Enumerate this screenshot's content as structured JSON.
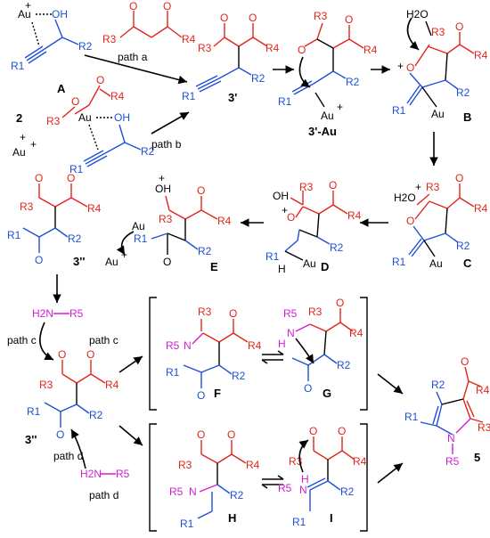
{
  "compounds": {
    "c2": "2",
    "c3p": "3'",
    "c3pAu": "3'-Au",
    "A": "A",
    "B": "B",
    "C": "C",
    "D": "D",
    "E": "E",
    "c3pp_top": "3''",
    "c3pp_bottom": "3''",
    "F": "F",
    "G": "G",
    "H": "H",
    "I": "I",
    "c5": "5"
  },
  "paths": {
    "a": "path a",
    "b": "path b",
    "c1": "path c",
    "c2": "path c",
    "d1": "path d",
    "d2": "path d"
  },
  "atoms": {
    "au": "Au",
    "oh": "OH",
    "o": "O",
    "n": "N",
    "h": "H",
    "h2o": "H2O",
    "h2n": "H2N",
    "plus": "+"
  },
  "substituents": {
    "r1": "R1",
    "r2": "R2",
    "r3": "R3",
    "r4": "R4",
    "r5": "R5"
  },
  "colors": {
    "red": "#e1251b",
    "blue": "#1f4fd6",
    "magenta": "#d21ed2",
    "black": "#000000"
  }
}
